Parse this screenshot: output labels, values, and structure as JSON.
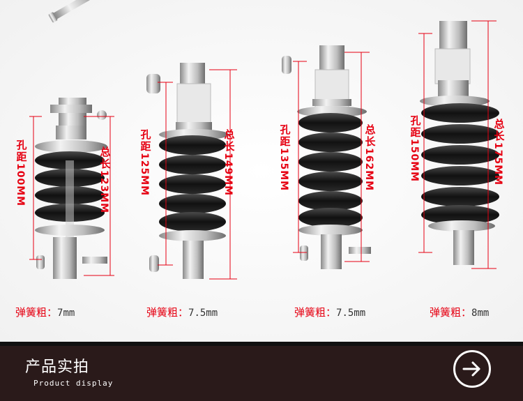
{
  "shocks": [
    {
      "hole_label": [
        "孔",
        "距"
      ],
      "hole_value": "100MM",
      "total_label": [
        "总",
        "长"
      ],
      "total_value": "123MM",
      "spec_label": "弹簧粗：",
      "spec_value": "7mm"
    },
    {
      "hole_label": [
        "孔",
        "距"
      ],
      "hole_value": "125MM",
      "total_label": [
        "总",
        "长"
      ],
      "total_value": "149MM",
      "spec_label": "弹簧粗：",
      "spec_value": "7.5mm"
    },
    {
      "hole_label": [
        "孔",
        "距"
      ],
      "hole_value": "135MM",
      "total_label": [
        "总",
        "长"
      ],
      "total_value": "162MM",
      "spec_label": "弹簧粗：",
      "spec_value": "7.5mm"
    },
    {
      "hole_label": [
        "孔",
        "距"
      ],
      "hole_value": "150MM",
      "total_label": [
        "总",
        "长"
      ],
      "total_value": "175MM",
      "spec_label": "弹簧粗：",
      "spec_value": "8mm"
    }
  ],
  "banner": {
    "title": "产品实拍",
    "subtitle": "Product display"
  },
  "colors": {
    "label_red": "#e60012",
    "spring_black": "#1a1a1a",
    "metal": "#c8c8c8",
    "banner_bg": "#2a1a1a"
  },
  "icons": {
    "next": "arrow-right-circle-icon"
  }
}
